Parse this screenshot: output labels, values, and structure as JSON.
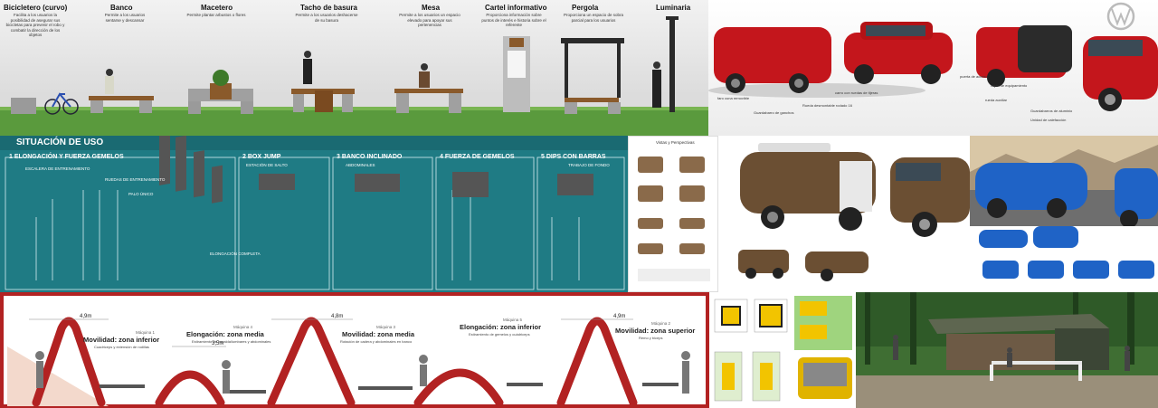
{
  "urban_furniture": {
    "items": [
      {
        "title": "Bicicletero (curvo)",
        "desc": "Facilita a los usuarios la posibilidad de asegurar sus bicicletas para prevenir el robo y combatir la dirección de los objetos"
      },
      {
        "title": "Banco",
        "desc": "Permite a los usuarios sentarse y descansar"
      },
      {
        "title": "Macetero",
        "desc": "Permite plantar arbustos o flores"
      },
      {
        "title": "Tacho de basura",
        "desc": "Permite a los usuarios deshacerse de su basura"
      },
      {
        "title": "Mesa",
        "desc": "Permite a los usuarios un espacio elevado para apoyar sus pertenencias"
      },
      {
        "title": "Cartel informativo",
        "desc": "Proporciona información sobre puntos de interés e historia sobre el referente"
      },
      {
        "title": "Pergola",
        "desc": "Proporciona un espacio de sobra parcial para los usuarios"
      },
      {
        "title": "Luminaria",
        "desc": ""
      }
    ]
  },
  "trailer_red": {
    "labels": [
      "faro cuna removible",
      "Guardabarro de ganchos",
      "Rueda desmontable rodado 16",
      "carro con ruedas de tijeras",
      "puerta de acceso",
      "cajón de equipamiento",
      "rueda auxiliar",
      "Guardabarros de aluminio",
      "Unidad de calefacción"
    ]
  },
  "situacion": {
    "title": "SITUACIÓN DE USO",
    "sections": [
      {
        "title": "1 ELONGACIÓN Y FUERZA GEMELOS",
        "notes": [
          "ESCALERA DE ENTRENAMIENTO",
          "RUEDAS DE ENTRENAMIENTO",
          "PALO ÚNICO",
          "ELONGACIÓN COMPLETA"
        ]
      },
      {
        "title": "2 BOX JUMP",
        "notes": [
          "ESTACIÓN DE SALTO"
        ]
      },
      {
        "title": "3 BANCO INCLINADO",
        "notes": [
          "ABDOMINALES"
        ]
      },
      {
        "title": "4 FUERZA DE GEMELOS",
        "notes": []
      },
      {
        "title": "5 DIPS CON BARRAS",
        "notes": [
          "TRABAJO DE FONDO"
        ]
      }
    ]
  },
  "vistas": {
    "title": "Vistas y Perspectivas"
  },
  "machines": {
    "dims": [
      "4,9m",
      "3,5m",
      "4,8m",
      "4,9m"
    ],
    "items": [
      {
        "num": "Máquina 1",
        "title": "Movilidad: zona inferior",
        "sub": "Cuadriceps y extensión de rodillas"
      },
      {
        "num": "Máquina 4",
        "title": "Elongación: zona media",
        "sub": "Estiramiento de espalda/lumbares y abdominales"
      },
      {
        "num": "Máquina 3",
        "title": "Movilidad: zona media",
        "sub": "Rotación de cadera y abdominales en banco"
      },
      {
        "num": "Máquina 5",
        "title": "Elongación: zona inferior",
        "sub": "Estiramiento de gemelos y cuádriceps"
      },
      {
        "num": "Máquina 2",
        "title": "Movilidad: zona superior",
        "sub": "Remo y biceps"
      }
    ]
  },
  "colors": {
    "teal": "#1f7b84",
    "red": "#b22222",
    "grass": "#4e8a3a"
  }
}
